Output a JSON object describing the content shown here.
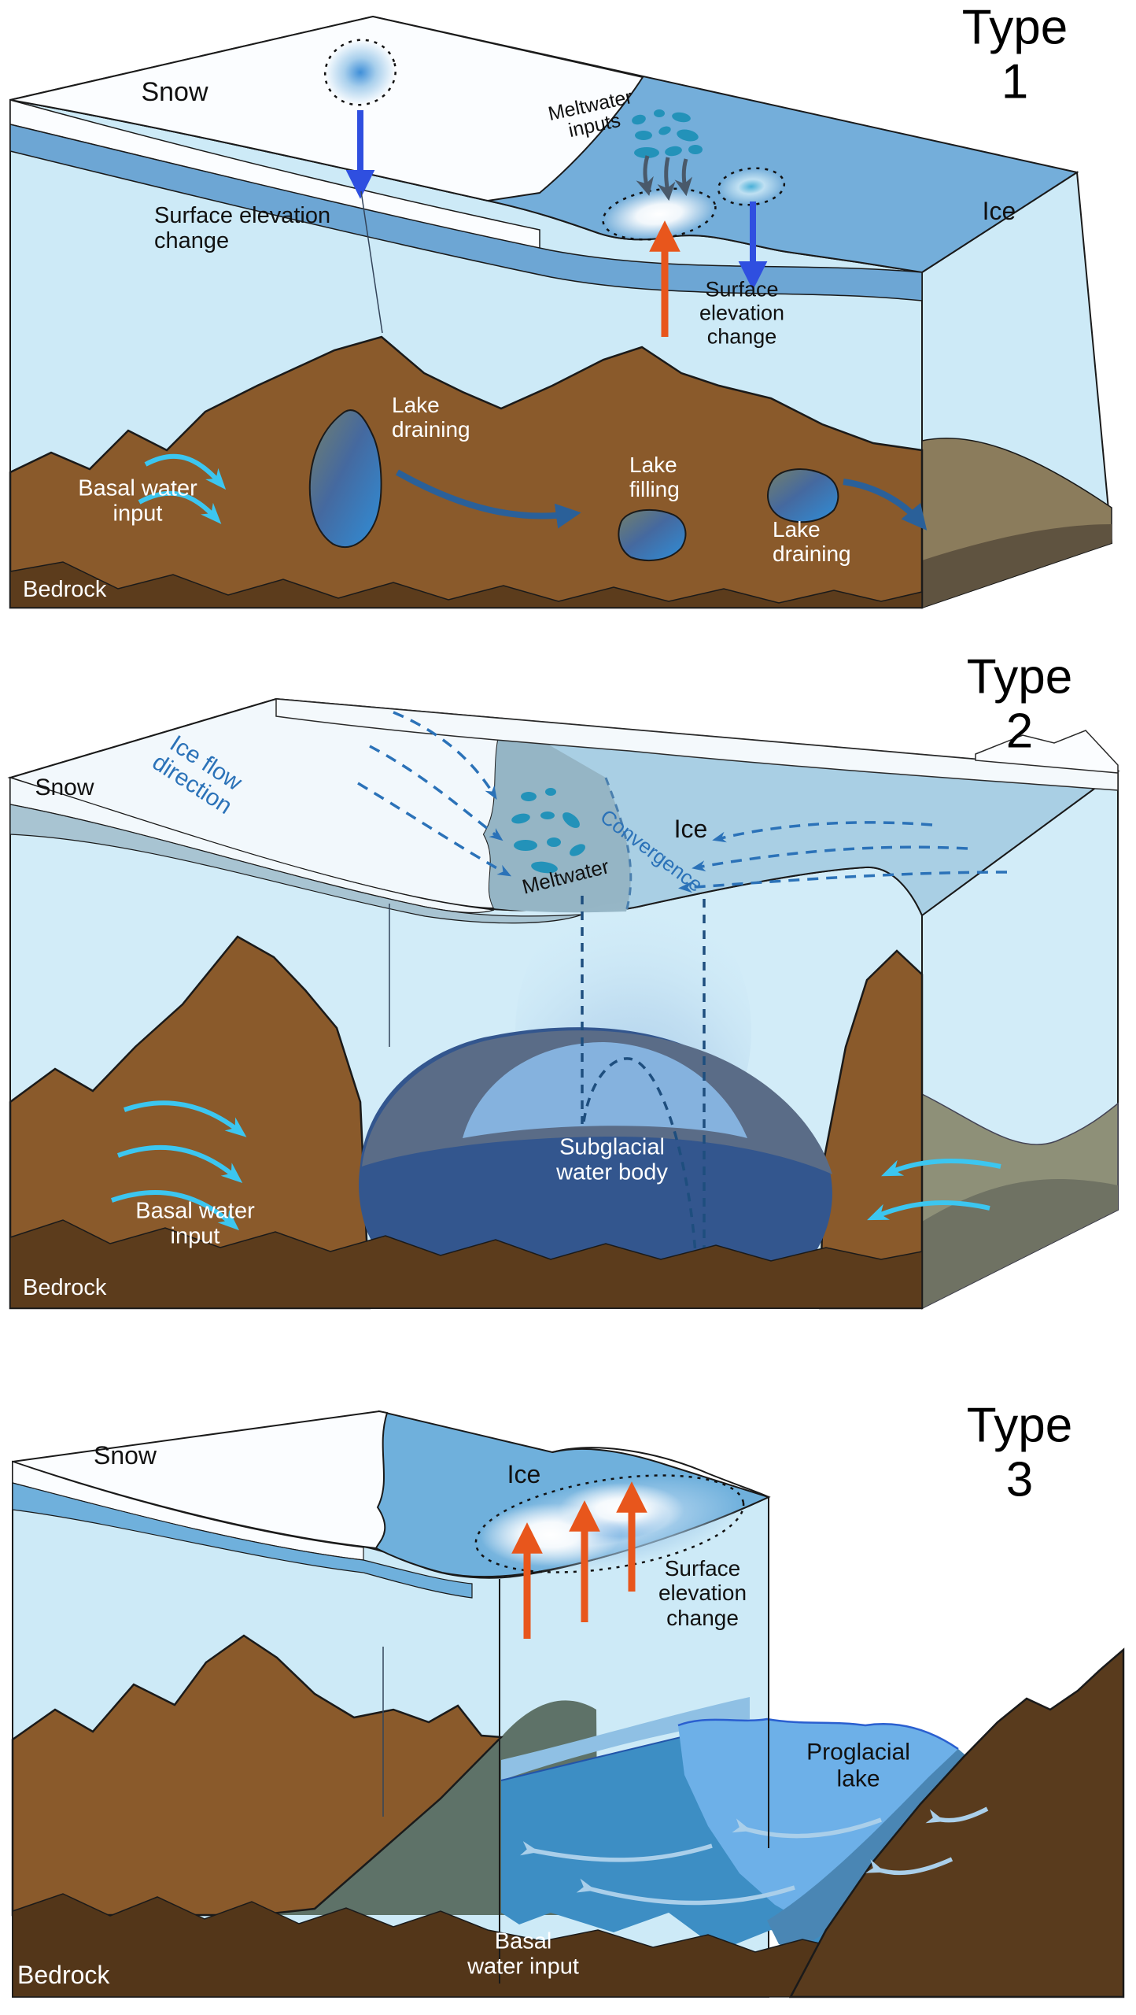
{
  "figure": {
    "type": "scientific-diagram",
    "subject": "Three types of ice-sheet subglacial lake systems shown as 3D block diagrams",
    "panels": [
      {
        "title": "Type 1",
        "labels": {
          "snow": "Snow",
          "meltwater_inputs": "Meltwater\ninputs",
          "ice": "Ice",
          "surface_elevation_change_left": "Surface elevation\nchange",
          "surface_elevation_change_center": "Surface\nelevation\nchange",
          "lake_draining_left": "Lake\ndraining",
          "lake_filling": "Lake\nfilling",
          "lake_draining_right": "Lake\ndraining",
          "basal_water_input": "Basal water\ninput",
          "bedrock": "Bedrock"
        }
      },
      {
        "title": "Type 2",
        "labels": {
          "snow": "Snow",
          "ice_flow_direction": "Ice flow\ndirection",
          "ice": "Ice",
          "convergence": "Convergence",
          "meltwater": "Meltwater",
          "subglacial_water_body": "Subglacial\nwater body",
          "basal_water_input": "Basal water\ninput",
          "bedrock": "Bedrock"
        }
      },
      {
        "title": "Type 3",
        "labels": {
          "snow": "Snow",
          "ice": "Ice",
          "surface_elevation_change": "Surface\nelevation\nchange",
          "proglacial_lake": "Proglacial\nlake",
          "basal_water_input": "Basal\nwater input",
          "bedrock": "Bedrock"
        }
      }
    ],
    "colors": {
      "ice_front_face": "#cdeaf7",
      "ice_top_surface": "#74aeda",
      "ice_top_type2": "#a9cfe4",
      "ice_top_type3": "#6fb0dc",
      "snow": "#fbfdff",
      "firn_band": "#a8c4d2",
      "depression_gray": "#95b5c5",
      "bedrock_light": "#8a5a2b",
      "bedrock_dark": "#5c3c1c",
      "bedrock_side": "#8b7c5c",
      "bedrock_side_type2": "#8e9078",
      "teal_rock": "#5e7268",
      "meltwater_pond": "#2392b9",
      "subglacial_body_top": "#5a6c87",
      "subglacial_body_bottom": "#33568e",
      "proglacial_lake": "#6db0e8",
      "notch_water": "#3d8ec4",
      "arrow_orange": "#e8561c",
      "arrow_blue": "#2f4fe0",
      "arrow_cyan": "#3cc6f0",
      "arrow_navy": "#2a6099",
      "arrow_slate": "#49596a",
      "flow_line_blue": "#2b72b8",
      "wave_arrow_light": "#aacfea"
    }
  }
}
